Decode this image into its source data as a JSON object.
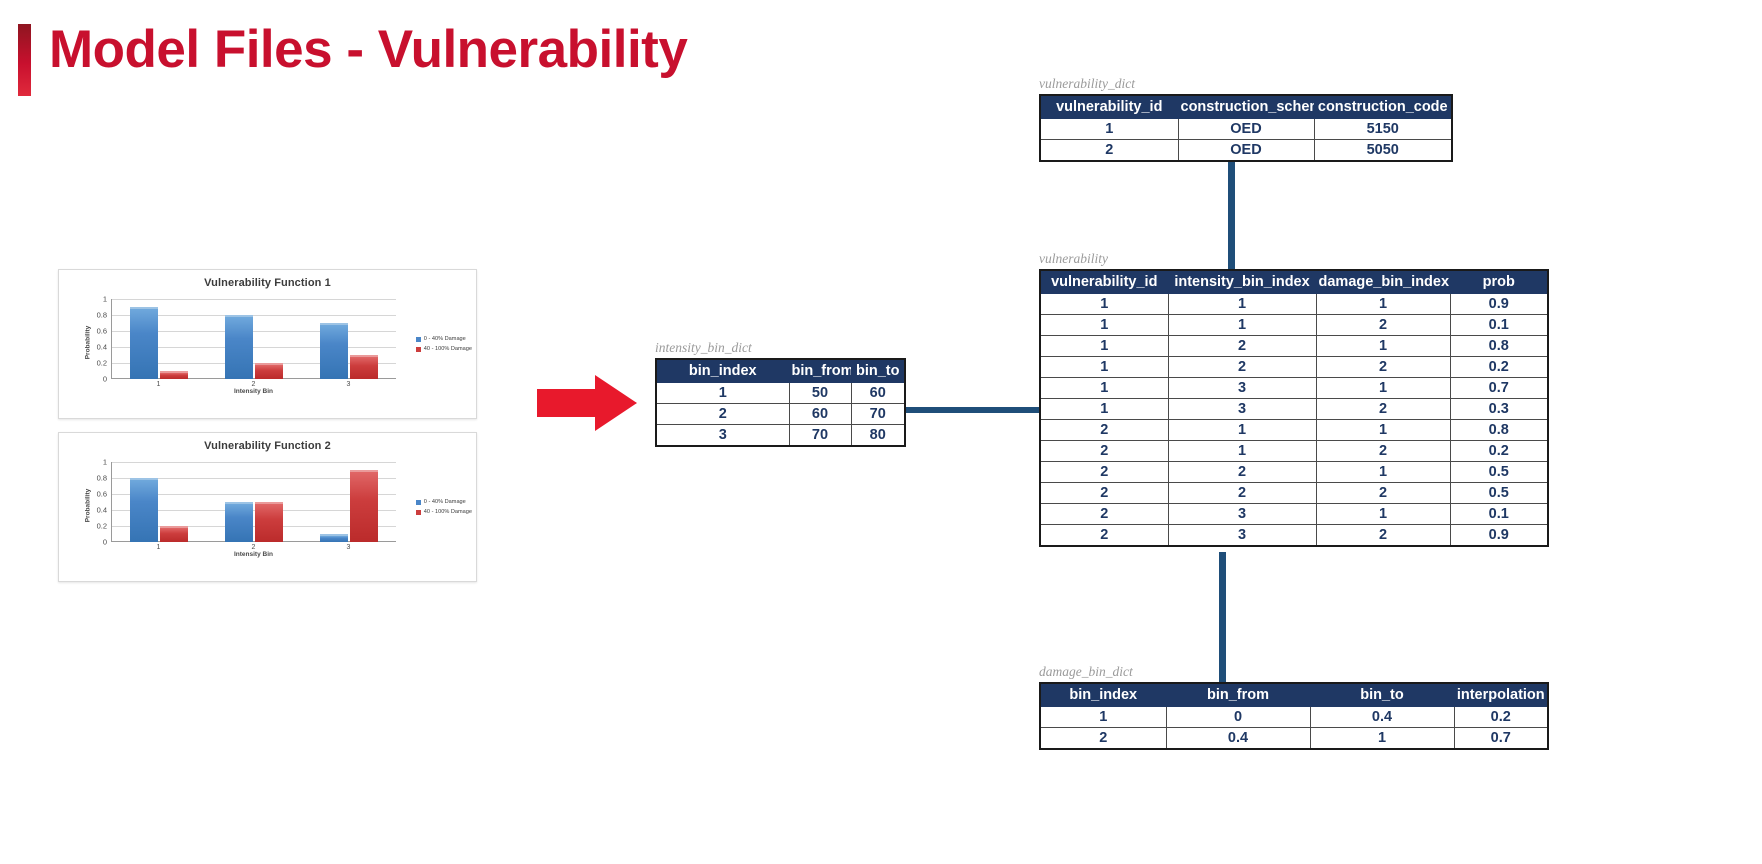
{
  "page_title": "Model Files - Vulnerability",
  "accent_colors": {
    "title_red": "#c8102e",
    "table_header_navy": "#1f3864",
    "connector_navy": "#1f4e79",
    "bar_blue": "#4a86c8",
    "bar_red": "#cc3d3d",
    "arrow_red": "#e8192c"
  },
  "charts": [
    {
      "caption_id": "vulnerability-function-1",
      "title": "Vulnerability Function 1",
      "xlabel": "Intensity Bin",
      "ylabel": "Probability",
      "yticks": [
        "1",
        "0.8",
        "0.6",
        "0.4",
        "0.2",
        "0"
      ],
      "categories": [
        "1",
        "2",
        "3"
      ],
      "legend": [
        {
          "label": "0 - 40% Damage",
          "color": "blue"
        },
        {
          "label": "40 - 100% Damage",
          "color": "red"
        }
      ]
    },
    {
      "caption_id": "vulnerability-function-2",
      "title": "Vulnerability Function 2",
      "xlabel": "Intensity Bin",
      "ylabel": "Probability",
      "yticks": [
        "1",
        "0.8",
        "0.6",
        "0.4",
        "0.2",
        "0"
      ],
      "categories": [
        "1",
        "2",
        "3"
      ],
      "legend": [
        {
          "label": "0 - 40% Damage",
          "color": "blue"
        },
        {
          "label": "40 - 100% Damage",
          "color": "red"
        }
      ]
    }
  ],
  "chart_data": [
    {
      "type": "bar",
      "title": "Vulnerability Function 1",
      "xlabel": "Intensity Bin",
      "ylabel": "Probability",
      "categories": [
        "1",
        "2",
        "3"
      ],
      "ylim": [
        0,
        1
      ],
      "yticks": [
        0,
        0.2,
        0.4,
        0.6,
        0.8,
        1
      ],
      "grid": true,
      "legend_position": "right",
      "series": [
        {
          "name": "0 - 40% Damage",
          "color": "#4a86c8",
          "values": [
            0.9,
            0.8,
            0.7
          ]
        },
        {
          "name": "40 - 100% Damage",
          "color": "#cc3d3d",
          "values": [
            0.1,
            0.2,
            0.3
          ]
        }
      ]
    },
    {
      "type": "bar",
      "title": "Vulnerability Function 2",
      "xlabel": "Intensity Bin",
      "ylabel": "Probability",
      "categories": [
        "1",
        "2",
        "3"
      ],
      "ylim": [
        0,
        1
      ],
      "yticks": [
        0,
        0.2,
        0.4,
        0.6,
        0.8,
        1
      ],
      "grid": true,
      "legend_position": "right",
      "series": [
        {
          "name": "0 - 40% Damage",
          "color": "#4a86c8",
          "values": [
            0.8,
            0.5,
            0.1
          ]
        },
        {
          "name": "40 - 100% Damage",
          "color": "#cc3d3d",
          "values": [
            0.2,
            0.5,
            0.9
          ]
        }
      ]
    }
  ],
  "tables": {
    "vulnerability_dict": {
      "caption": "vulnerability_dict",
      "columns": [
        "vulnerability_id",
        "construction_scheme",
        "construction_code"
      ],
      "rows": [
        [
          "1",
          "OED",
          "5150"
        ],
        [
          "2",
          "OED",
          "5050"
        ]
      ]
    },
    "vulnerability": {
      "caption": "vulnerability",
      "columns": [
        "vulnerability_id",
        "intensity_bin_index",
        "damage_bin_index",
        "prob"
      ],
      "rows": [
        [
          "1",
          "1",
          "1",
          "0.9"
        ],
        [
          "1",
          "1",
          "2",
          "0.1"
        ],
        [
          "1",
          "2",
          "1",
          "0.8"
        ],
        [
          "1",
          "2",
          "2",
          "0.2"
        ],
        [
          "1",
          "3",
          "1",
          "0.7"
        ],
        [
          "1",
          "3",
          "2",
          "0.3"
        ],
        [
          "2",
          "1",
          "1",
          "0.8"
        ],
        [
          "2",
          "1",
          "2",
          "0.2"
        ],
        [
          "2",
          "2",
          "1",
          "0.5"
        ],
        [
          "2",
          "2",
          "2",
          "0.5"
        ],
        [
          "2",
          "3",
          "1",
          "0.1"
        ],
        [
          "2",
          "3",
          "2",
          "0.9"
        ]
      ]
    },
    "intensity_bin_dict": {
      "caption": "intensity_bin_dict",
      "columns": [
        "bin_index",
        "bin_from",
        "bin_to"
      ],
      "rows": [
        [
          "1",
          "50",
          "60"
        ],
        [
          "2",
          "60",
          "70"
        ],
        [
          "3",
          "70",
          "80"
        ]
      ]
    },
    "damage_bin_dict": {
      "caption": "damage_bin_dict",
      "columns": [
        "bin_index",
        "bin_from",
        "bin_to",
        "interpolation"
      ],
      "rows": [
        [
          "1",
          "0",
          "0.4",
          "0.2"
        ],
        [
          "2",
          "0.4",
          "1",
          "0.7"
        ]
      ]
    }
  }
}
